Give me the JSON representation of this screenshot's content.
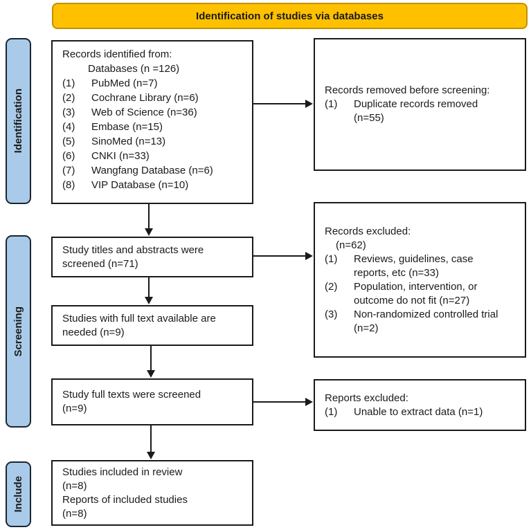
{
  "banner": {
    "title": "Identification of studies via databases"
  },
  "colors": {
    "banner_bg": "#FFC000",
    "banner_border": "#BF9000",
    "stage_bg": "#A9CBE9",
    "stage_border": "#1A2530",
    "box_border": "#1A1A1A",
    "arrow": "#1A1A1A"
  },
  "stages": {
    "identification": "Identification",
    "screening": "Screening",
    "include": "Include"
  },
  "boxes": {
    "records_identified": {
      "heading": "Records identified from:",
      "subheading": "Databases (n =126)",
      "items": [
        {
          "n": "(1)",
          "t": "PubMed (n=7)"
        },
        {
          "n": "(2)",
          "t": "Cochrane Library (n=6)"
        },
        {
          "n": "(3)",
          "t": "Web of Science (n=36)"
        },
        {
          "n": "(4)",
          "t": "Embase (n=15)"
        },
        {
          "n": "(5)",
          "t": "SinoMed (n=13)"
        },
        {
          "n": "(6)",
          "t": "CNKI (n=33)"
        },
        {
          "n": "(7)",
          "t": "Wangfang Database (n=6)"
        },
        {
          "n": "(8)",
          "t": "VIP Database (n=10)"
        }
      ]
    },
    "records_removed": {
      "heading": "Records removed before screening:",
      "items": [
        {
          "n": "(1)",
          "t": "Duplicate records removed (n=55)"
        }
      ]
    },
    "titles_screened": {
      "lines": [
        "Study titles and abstracts were",
        "screened (n=71)"
      ]
    },
    "records_excluded": {
      "heading": "Records excluded:",
      "subheading": "(n=62)",
      "items": [
        {
          "n": "(1)",
          "t": "Reviews, guidelines, case reports, etc (n=33)"
        },
        {
          "n": "(2)",
          "t": "Population, intervention, or outcome do not fit (n=27)"
        },
        {
          "n": "(3)",
          "t": "Non-randomized controlled trial (n=2)"
        }
      ]
    },
    "full_text_needed": {
      "lines": [
        "Studies with full text available are",
        "needed (n=9)"
      ]
    },
    "full_texts_screened": {
      "lines": [
        "Study full texts were screened",
        "(n=9)"
      ]
    },
    "reports_excluded": {
      "heading": "Reports excluded:",
      "items": [
        {
          "n": "(1)",
          "t": "Unable to extract data (n=1)"
        }
      ]
    },
    "included": {
      "lines": [
        "Studies included in review",
        "(n=8)",
        "Reports of included studies",
        "(n=8)"
      ]
    }
  }
}
